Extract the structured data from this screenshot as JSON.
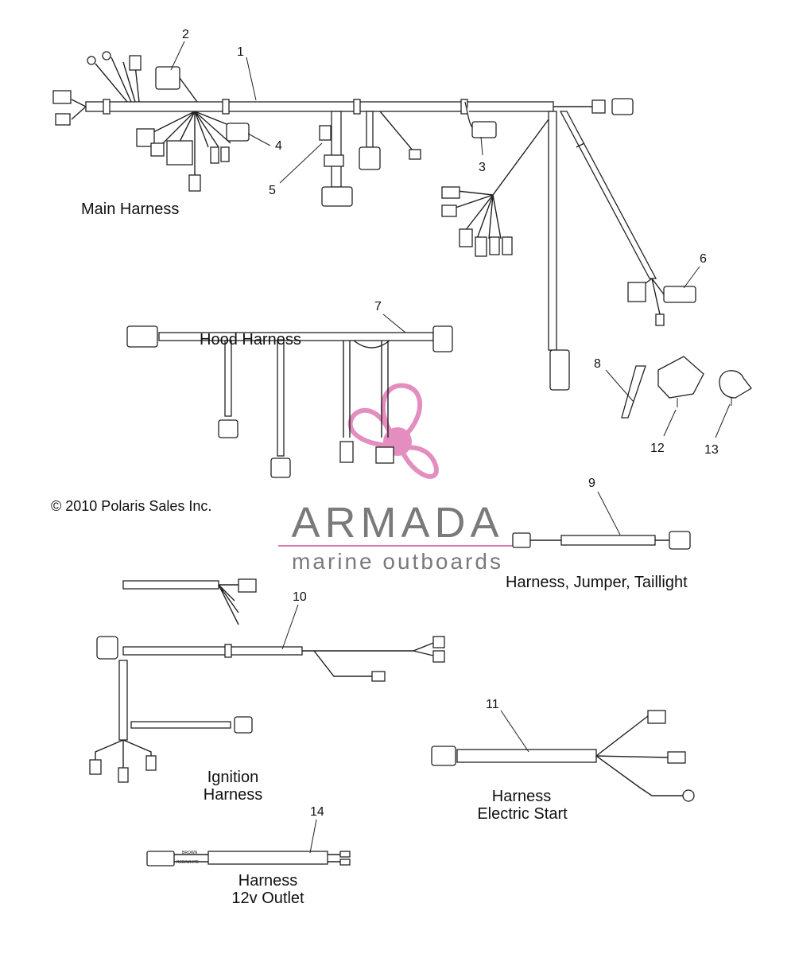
{
  "callouts": {
    "n1": "1",
    "n2": "2",
    "n3": "3",
    "n4": "4",
    "n5": "5",
    "n6": "6",
    "n7": "7",
    "n8": "8",
    "n9": "9",
    "n10": "10",
    "n11": "11",
    "n12": "12",
    "n13": "13",
    "n14": "14"
  },
  "captions": {
    "main": "Main Harness",
    "hood": "Hood Harness",
    "jumper": "Harness, Jumper, Taillight",
    "ignition_1": "Ignition",
    "ignition_2": "Harness",
    "electric_1": "Harness",
    "electric_2": "Electric Start",
    "outlet_1": "Harness",
    "outlet_2": "12v Outlet"
  },
  "copyright": "© 2010 Polaris Sales Inc.",
  "watermark": {
    "brand": "ARMADA",
    "tagline": "marine outboards",
    "brand_color": "#7a7a7a",
    "logo_color": "#e07ab4"
  },
  "wire_labels": {
    "brown": "BROWN",
    "red_white": "RED/WHITE"
  }
}
